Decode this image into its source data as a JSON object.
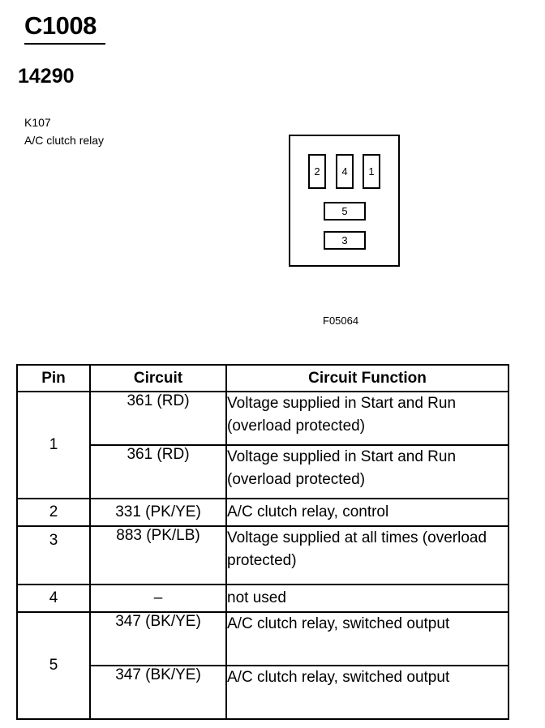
{
  "header": {
    "connector_id": "C1008",
    "part_number": "14290"
  },
  "component": {
    "id": "K107",
    "name": "A/C clutch relay"
  },
  "diagram": {
    "pins": [
      "2",
      "4",
      "1",
      "5",
      "3"
    ],
    "figure_number": "F05064"
  },
  "table": {
    "headers": [
      "Pin",
      "Circuit",
      "Circuit Function"
    ],
    "groups": [
      {
        "pin": "1",
        "rows": [
          {
            "circuit": "361 (RD)",
            "function": "Voltage supplied in Start and Run (overload protected)"
          },
          {
            "circuit": "361 (RD)",
            "function": "Voltage supplied in Start and Run (overload protected)"
          }
        ]
      },
      {
        "pin": "2",
        "rows": [
          {
            "circuit": "331 (PK/YE)",
            "function": "A/C clutch relay, control"
          }
        ]
      },
      {
        "pin": "3",
        "rows": [
          {
            "circuit": "883 (PK/LB)",
            "function": "Voltage supplied at all times (overload protected)"
          }
        ]
      },
      {
        "pin": "4",
        "rows": [
          {
            "circuit": "–",
            "function": "not used"
          }
        ]
      },
      {
        "pin": "5",
        "rows": [
          {
            "circuit": "347 (BK/YE)",
            "function": "A/C clutch relay, switched output"
          },
          {
            "circuit": "347 (BK/YE)",
            "function": "A/C clutch relay, switched output"
          }
        ]
      }
    ]
  }
}
